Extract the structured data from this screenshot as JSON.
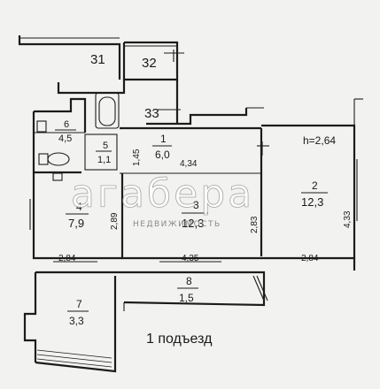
{
  "plan": {
    "rooms": [
      {
        "id": "31",
        "number": "31"
      },
      {
        "id": "32",
        "number": "32"
      },
      {
        "id": "33",
        "number": "33"
      },
      {
        "id": "1",
        "number": "1",
        "area": "6,0"
      },
      {
        "id": "2",
        "number": "2",
        "area": "12,3"
      },
      {
        "id": "3",
        "number": "3",
        "area": "12,3"
      },
      {
        "id": "4",
        "number": "4",
        "area": "7,9"
      },
      {
        "id": "5",
        "number": "5",
        "area": "1,1"
      },
      {
        "id": "6",
        "number": "6",
        "area": "4,5"
      },
      {
        "id": "7",
        "number": "7",
        "area": "3,3"
      },
      {
        "id": "8",
        "number": "8",
        "area": "1,5"
      }
    ],
    "ceiling_height": "h=2,64",
    "dimensions": {
      "corridor_width": "1,45",
      "corridor_length": "4,34",
      "room4_width": "2,89",
      "room4_length": "2,84",
      "room3_width": "2,83",
      "room3_length": "4,35",
      "room2_width": "4,33",
      "room2_length": "2,84"
    },
    "entrance_label": "1 подъезд"
  },
  "watermark": {
    "brand": "агабера",
    "tagline": "НЕДВИЖИМОСТЬ"
  }
}
